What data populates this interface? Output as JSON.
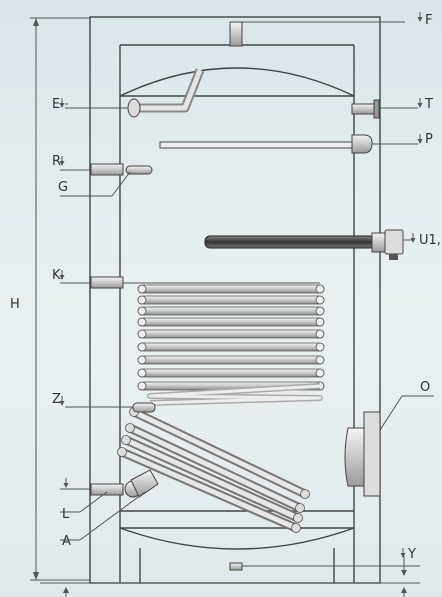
{
  "labels": {
    "F": "F",
    "E": "E",
    "T": "T",
    "P": "P",
    "R": "R",
    "G": "G",
    "U": "U1,",
    "K": "K",
    "H": "H",
    "O": "O",
    "Z": "Z",
    "L": "L",
    "A": "A",
    "Y": "Y"
  }
}
